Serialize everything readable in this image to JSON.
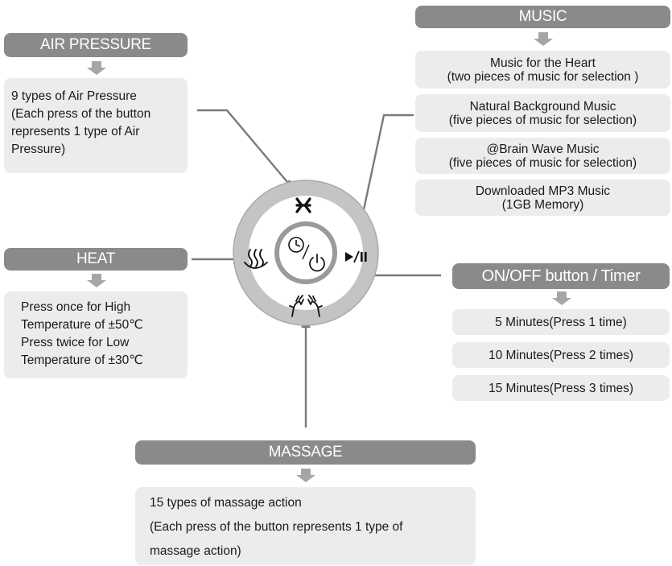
{
  "air_pressure": {
    "header": "AIR PRESSURE",
    "lines": [
      "9 types of Air Pressure",
      "(Each press of the button",
      "represents 1 type of Air",
      "Pressure)"
    ]
  },
  "heat": {
    "header": "HEAT",
    "lines": [
      "Press once for High",
      "Temperature of ±50℃",
      "Press twice for Low",
      "Temperature of ±30℃"
    ]
  },
  "music": {
    "header": "MUSIC",
    "items": [
      {
        "title": "Music for the Heart",
        "detail": "(two pieces of music for selection )"
      },
      {
        "title": "Natural Background Music",
        "detail": "(five pieces of music for selection)"
      },
      {
        "title": "@Brain Wave Music",
        "detail": "(five pieces of music for selection)"
      },
      {
        "title": "Downloaded MP3 Music",
        "detail": "(1GB Memory)"
      }
    ]
  },
  "onoff": {
    "header": "ON/OFF button / Timer",
    "items": [
      "5 Minutes(Press 1 time)",
      "10 Minutes(Press 2 times)",
      "15 Minutes(Press 3 times)"
    ]
  },
  "massage": {
    "header": "MASSAGE",
    "lines": [
      "15 types of massage action",
      "(Each press of the button represents 1 type of",
      "massage action)"
    ]
  },
  "icons": {
    "air_pressure": "air-pressure-icon",
    "heat": "heat-steam-icon",
    "play_pause": "play-pause-icon",
    "massage": "massage-hands-icon",
    "timer": "timer-clock-icon",
    "power": "power-icon"
  },
  "colors": {
    "header_bg": "#8a8a8a",
    "box_bg": "#ececec",
    "controller_ring": "#c4c4c4",
    "arrow": "#a6a6a6",
    "connector": "#7a7a7a"
  }
}
